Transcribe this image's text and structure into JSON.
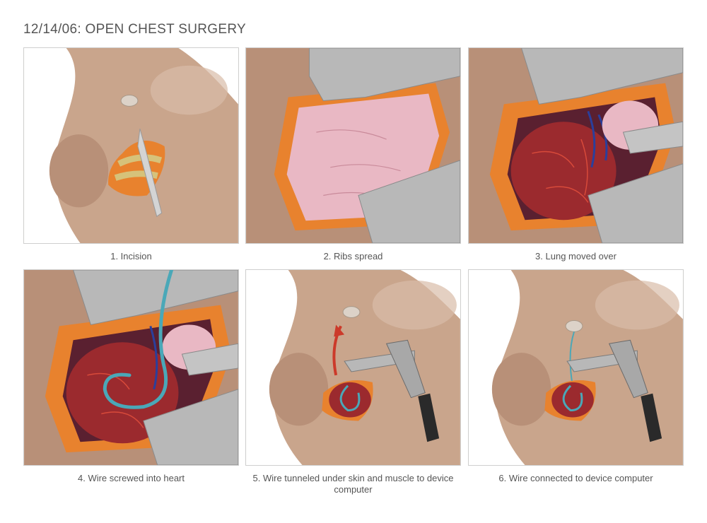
{
  "title": "12/14/06: OPEN CHEST SURGERY",
  "panels": [
    {
      "caption": "1. Incision"
    },
    {
      "caption": "2. Ribs spread"
    },
    {
      "caption": "3. Lung moved over"
    },
    {
      "caption": "4. Wire screwed into heart"
    },
    {
      "caption": "5. Wire tunneled under skin and muscle to device computer"
    },
    {
      "caption": "6. Wire connected to device computer"
    }
  ],
  "colors": {
    "skin": "#c9a58c",
    "skin_shadow": "#a87e66",
    "tissue": "#e8822e",
    "lung": "#e9b8c4",
    "heart": "#9b2a2e",
    "retractor": "#b8b8b8",
    "wire": "#4aa8b8",
    "vein": "#2a3f9c"
  }
}
